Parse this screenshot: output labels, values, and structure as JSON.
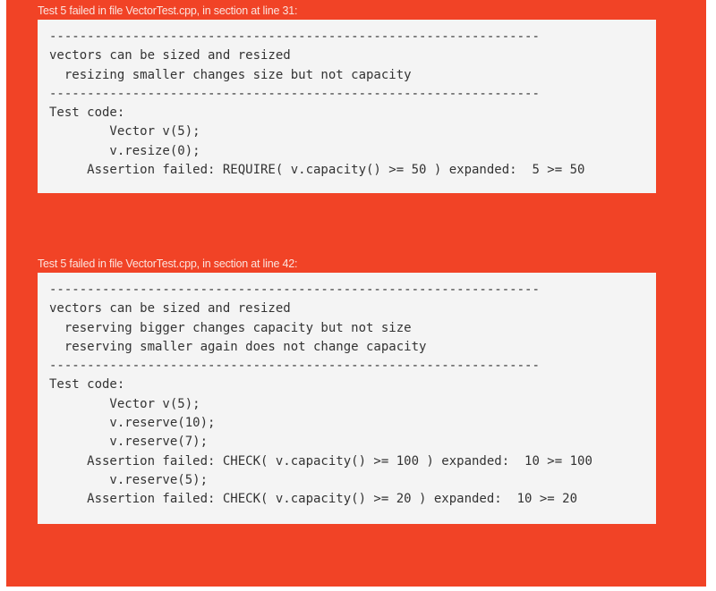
{
  "failures": [
    {
      "heading": "Test 5 failed in file VectorTest.cpp, in section at line 31:",
      "output": "-----------------------------------------------------------------\nvectors can be sized and resized\n  resizing smaller changes size but not capacity\n-----------------------------------------------------------------\nTest code:\n        Vector v(5);\n        v.resize(0);\n     Assertion failed: REQUIRE( v.capacity() >= 50 ) expanded:  5 >= 50"
    },
    {
      "heading": "Test 5 failed in file VectorTest.cpp, in section at line 42:",
      "output": "-----------------------------------------------------------------\nvectors can be sized and resized\n  reserving bigger changes capacity but not size\n  reserving smaller again does not change capacity\n-----------------------------------------------------------------\nTest code:\n        Vector v(5);\n        v.reserve(10);\n        v.reserve(7);\n     Assertion failed: CHECK( v.capacity() >= 100 ) expanded:  10 >= 100\n        v.reserve(5);\n     Assertion failed: CHECK( v.capacity() >= 20 ) expanded:  10 >= 20"
    }
  ],
  "colors": {
    "panel": "#f14326",
    "box": "#f4f4f4"
  }
}
